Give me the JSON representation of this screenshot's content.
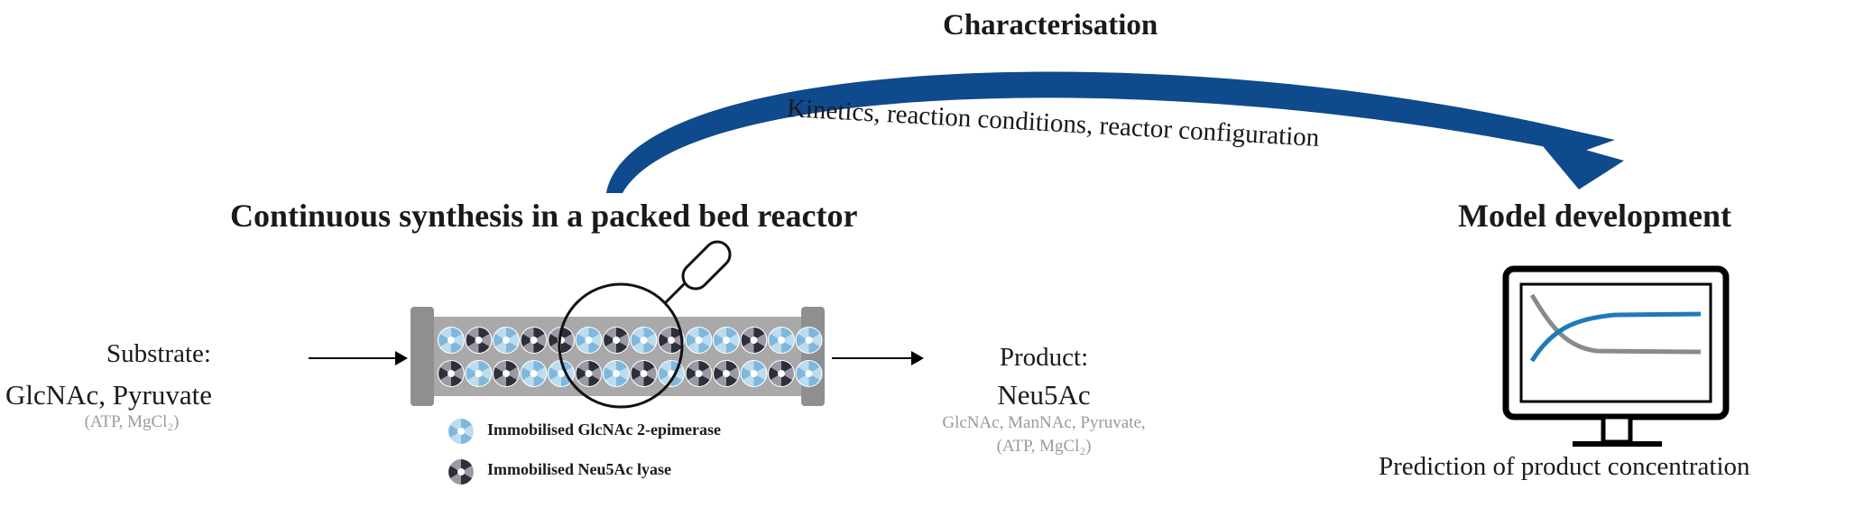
{
  "top": {
    "title": "Characterisation",
    "arc_label": "Kinetics, reaction conditions, reactor configuration"
  },
  "reactor": {
    "title": "Continuous synthesis in a packed bed reactor",
    "legend": {
      "epimerase": "Immobilised GlcNAc 2-epimerase",
      "lyase": "Immobilised Neu5Ac lyase"
    }
  },
  "substrate": {
    "label": "Substrate:",
    "main": "GlcNAc, Pyruvate",
    "additives": "(ATP, MgCl₂)"
  },
  "product": {
    "label": "Product:",
    "main": "Neu5Ac",
    "byproducts_1": "GlcNAc, ManNAc, Pyruvate,",
    "byproducts_2": "(ATP, MgCl₂)"
  },
  "model": {
    "title": "Model development",
    "caption": "Prediction of product concentration"
  },
  "colors": {
    "arrow_blue": "#0f4a8c",
    "bead_blue": "#7fb8dc",
    "bead_dark": "#2d2f3a",
    "curve_blue": "#1f7ab8",
    "curve_grey": "#8a8a8a",
    "tube_grey": "#a9a9a9"
  },
  "icons": {
    "magnifier": "magnifier-icon",
    "monitor": "monitor-icon"
  }
}
